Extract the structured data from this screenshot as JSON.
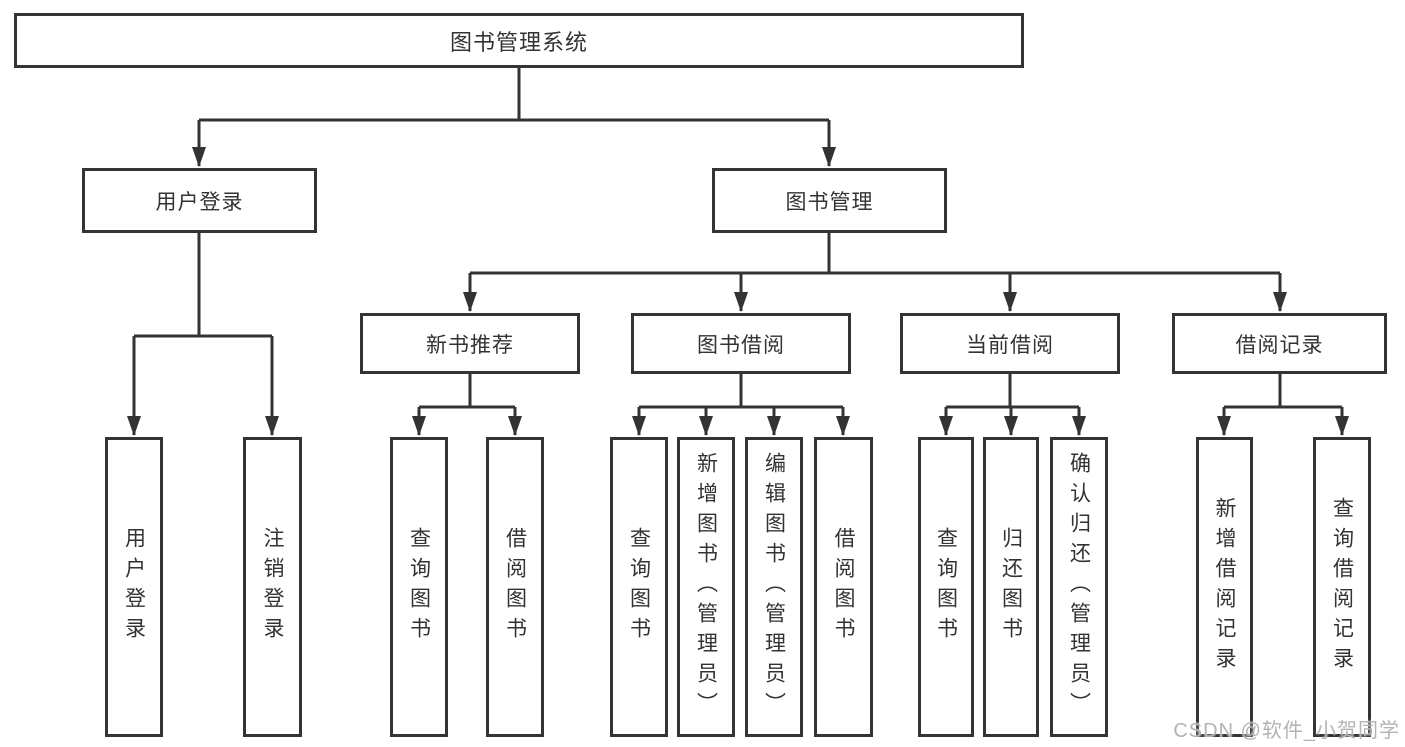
{
  "diagram": {
    "tree": {
      "label": "图书管理系统",
      "children": [
        {
          "label": "用户登录",
          "children": [
            {
              "label": "用户登录"
            },
            {
              "label": "注销登录"
            }
          ]
        },
        {
          "label": "图书管理",
          "children": [
            {
              "label": "新书推荐",
              "children": [
                {
                  "label": "查询图书"
                },
                {
                  "label": "借阅图书"
                }
              ]
            },
            {
              "label": "图书借阅",
              "children": [
                {
                  "label": "查询图书"
                },
                {
                  "label": "新增图书（管理员）"
                },
                {
                  "label": "编辑图书（管理员）"
                },
                {
                  "label": "借阅图书"
                }
              ]
            },
            {
              "label": "当前借阅",
              "children": [
                {
                  "label": "查询图书"
                },
                {
                  "label": "归还图书"
                },
                {
                  "label": "确认归还（管理员）"
                }
              ]
            },
            {
              "label": "借阅记录",
              "children": [
                {
                  "label": "新增借阅记录"
                },
                {
                  "label": "查询借阅记录"
                }
              ]
            }
          ]
        }
      ]
    },
    "line_color": "#333333",
    "box_border_color": "#343434",
    "background_color": "#ffffff"
  },
  "watermark": {
    "text": "CSDN @软件_小贺同学"
  }
}
